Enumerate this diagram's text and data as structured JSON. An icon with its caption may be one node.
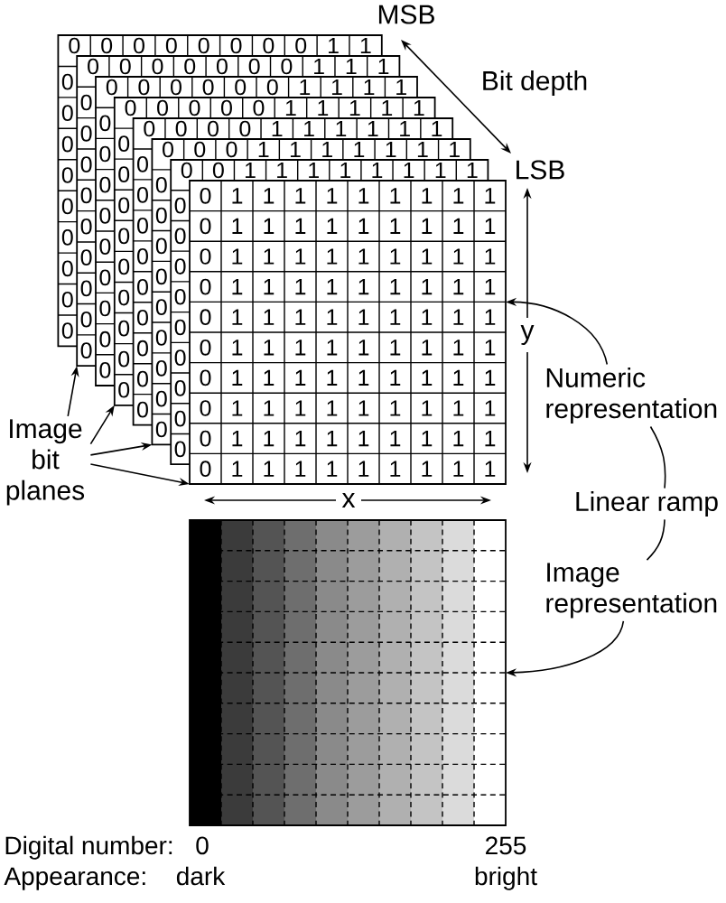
{
  "diagram": {
    "nodes": [
      {
        "text": [
          "0",
          "0",
          "0",
          "0",
          "0",
          "0",
          "0",
          "0",
          "1",
          "1",
          "0",
          "0",
          "0",
          "0",
          "0",
          "0",
          "0",
          "0",
          "0"
        ]
      },
      {
        "text": [
          "0",
          "0",
          "0",
          "0",
          "0",
          "0",
          "0",
          "1",
          "1",
          "1",
          "0",
          "0",
          "0",
          "0",
          "0",
          "0",
          "0",
          "0",
          "0"
        ]
      },
      {
        "text": [
          "0",
          "0",
          "0",
          "0",
          "0",
          "0",
          "1",
          "1",
          "1",
          "1",
          "0",
          "0",
          "0",
          "0",
          "0",
          "0",
          "0",
          "0",
          "0"
        ]
      },
      {
        "text": [
          "0",
          "0",
          "0",
          "0",
          "0",
          "1",
          "1",
          "1",
          "1",
          "1",
          "0",
          "0",
          "0",
          "0",
          "0",
          "0",
          "0",
          "0",
          "0"
        ]
      },
      {
        "text": [
          "0",
          "0",
          "0",
          "0",
          "1",
          "1",
          "1",
          "1",
          "1",
          "1",
          "0",
          "0",
          "0",
          "0",
          "0",
          "0",
          "0",
          "0",
          "0"
        ]
      },
      {
        "text": [
          "0",
          "0",
          "0",
          "1",
          "1",
          "1",
          "1",
          "1",
          "1",
          "1",
          "0",
          "0",
          "0",
          "0",
          "0",
          "0",
          "0",
          "0",
          "0"
        ]
      },
      {
        "text": [
          "0",
          "0",
          "1",
          "1",
          "1",
          "1",
          "1",
          "1",
          "1",
          "1",
          "0",
          "0",
          "0",
          "0",
          "0",
          "0",
          "0",
          "0",
          "0"
        ]
      },
      {
        "text": [
          "0",
          "1",
          "1",
          "1",
          "1",
          "1",
          "1",
          "1",
          "1",
          "1",
          "0",
          "1",
          "1",
          "1",
          "1",
          "1",
          "1",
          "1",
          "1",
          "1",
          "0",
          "1",
          "1",
          "1",
          "1",
          "1",
          "1",
          "1",
          "1",
          "1",
          "0",
          "1",
          "1",
          "1",
          "1",
          "1",
          "1",
          "1",
          "1",
          "1",
          "0",
          "1",
          "1",
          "1",
          "1",
          "1",
          "1",
          "1",
          "1",
          "1",
          "0",
          "1",
          "1",
          "1",
          "1",
          "1",
          "1",
          "1",
          "1",
          "1",
          "0",
          "1",
          "1",
          "1",
          "1",
          "1",
          "1",
          "1",
          "1",
          "1",
          "0",
          "1",
          "1",
          "1",
          "1",
          "1",
          "1",
          "1",
          "1",
          "1",
          "0",
          "1",
          "1",
          "1",
          "1",
          "1",
          "1",
          "1",
          "1",
          "1",
          "0",
          "1",
          "1",
          "1",
          "1",
          "1",
          "1",
          "1",
          "1",
          "1"
        ]
      },
      {
        "text": [
          "Image bit planes"
        ]
      },
      {
        "text": [
          "Numeric representation"
        ]
      },
      {
        "text": [
          "Linear ramp"
        ]
      },
      {
        "text": [
          "Image representation"
        ]
      },
      {
        "text": [],
        "shape": "picture"
      }
    ],
    "edges": [
      {
        "from": 8,
        "to": 1,
        "arrow": "to"
      },
      {
        "from": 8,
        "to": 3,
        "arrow": "to"
      },
      {
        "from": 8,
        "to": 5,
        "arrow": "to"
      },
      {
        "from": 8,
        "to": 7,
        "arrow": "to"
      },
      {
        "from": 9,
        "to": 7,
        "arrow": "to"
      },
      {
        "from": 10,
        "to": 9,
        "arrow": "none"
      },
      {
        "from": 10,
        "to": 11,
        "arrow": "none"
      },
      {
        "from": 11,
        "to": 12,
        "arrow": "to"
      }
    ],
    "labels": [
      "MSB",
      "Bit depth",
      "LSB",
      "y",
      "x",
      "Digital number:",
      "0",
      "255",
      "Appearance:",
      "dark",
      "bright"
    ]
  }
}
